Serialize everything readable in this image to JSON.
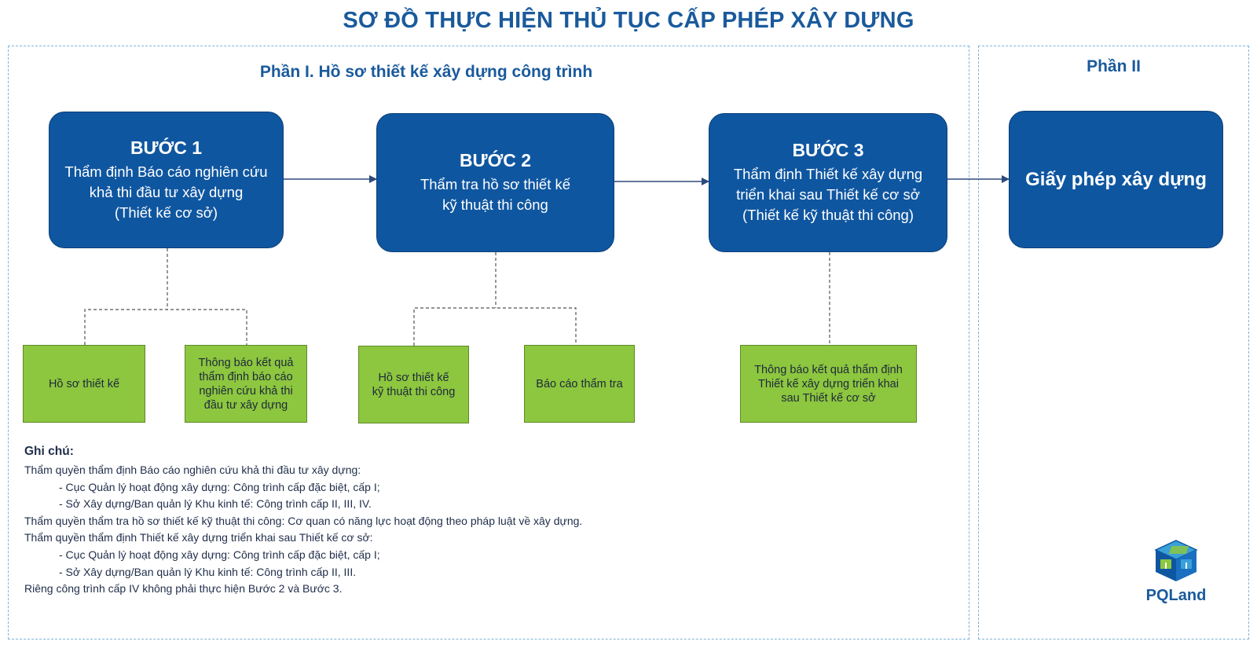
{
  "title": "SƠ ĐỒ THỰC HIỆN THỦ TỤC CẤP PHÉP XÂY DỰNG",
  "part1": {
    "title": "Phần I. Hồ sơ thiết kế xây dựng công trình",
    "steps": [
      {
        "heading": "BƯỚC 1",
        "lines": [
          "Thẩm định Báo cáo nghiên cứu",
          "khả thi đầu tư xây dựng",
          "(Thiết kế cơ sở)"
        ],
        "documents": [
          {
            "lines": [
              "Hồ sơ thiết kế"
            ]
          },
          {
            "lines": [
              "Thông báo kết quả",
              "thẩm định báo cáo",
              "nghiên cứu khả thi",
              "đầu tư xây dựng"
            ]
          }
        ]
      },
      {
        "heading": "BƯỚC 2",
        "lines": [
          "Thẩm tra hồ sơ thiết kế",
          "kỹ thuật thi công"
        ],
        "documents": [
          {
            "lines": [
              "Hồ sơ thiết kế",
              "kỹ thuật thi công"
            ]
          },
          {
            "lines": [
              "Báo cáo thẩm tra"
            ]
          }
        ]
      },
      {
        "heading": "BƯỚC 3",
        "lines": [
          "Thẩm định Thiết kế xây dựng",
          "triển khai sau Thiết kế cơ sở",
          "(Thiết kế kỹ thuật thi công)"
        ],
        "documents": [
          {
            "lines": [
              "Thông báo kết quả thẩm định",
              "Thiết kế xây dựng triển khai",
              "sau Thiết kế cơ sở"
            ]
          }
        ]
      }
    ]
  },
  "part2": {
    "title": "Phần II",
    "result": "Giấy phép xây dựng"
  },
  "notes": {
    "heading": "Ghi chú:",
    "lines": [
      {
        "text": "Thẩm quyền thẩm định Báo cáo nghiên cứu khả thi đầu tư xây dựng:",
        "indent": false
      },
      {
        "text": "- Cục Quản lý hoạt động xây dựng: Công trình cấp đặc biệt, cấp I;",
        "indent": true
      },
      {
        "text": "- Sở Xây dựng/Ban quản lý Khu kinh tế: Công trình cấp II, III, IV.",
        "indent": true
      },
      {
        "text": "Thẩm quyền thẩm tra hồ sơ thiết kế kỹ thuật thi công: Cơ quan có năng lực hoạt động theo pháp luật về xây dựng.",
        "indent": false
      },
      {
        "text": "Thẩm quyền thẩm định Thiết kế xây dựng triển khai sau Thiết kế cơ sở:",
        "indent": false
      },
      {
        "text": "- Cục Quản lý hoạt động xây dựng: Công trình cấp đặc biệt, cấp I;",
        "indent": true
      },
      {
        "text": "- Sở Xây dựng/Ban quản lý Khu kinh tế: Công trình cấp II, III.",
        "indent": true
      },
      {
        "text": "Riêng công trình cấp IV không phải thực hiện Bước 2 và Bước 3.",
        "indent": false
      }
    ]
  },
  "logo": {
    "text": "PQLand",
    "icon": "cube-logo-icon"
  },
  "colors": {
    "title": "#1a5a9c",
    "step_fill": "#0f56a0",
    "document_fill": "#8dc63f",
    "dashed_border": "#7fb3d9",
    "arrow": "#2d4a7a"
  }
}
